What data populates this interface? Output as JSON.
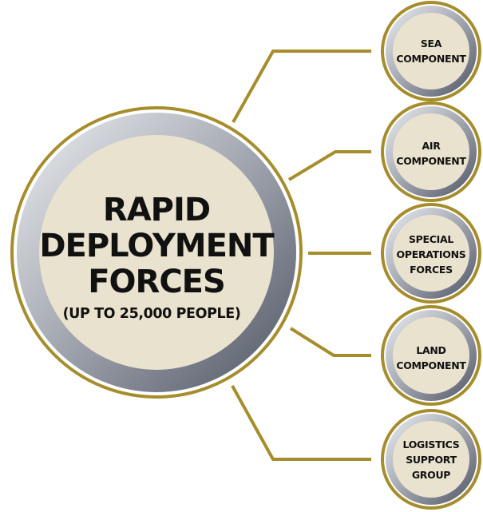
{
  "colors": {
    "gold": "#a68d2c",
    "cream": "#e9e2cf",
    "ring_dark": "#5e6472",
    "ring_light": "#c9ccd3",
    "text": "#111111"
  },
  "main": {
    "title_lines": [
      "RAPID",
      "DEPLOYMENT",
      "FORCES"
    ],
    "subtitle": "(UP TO 25,000 PEOPLE)"
  },
  "components": [
    {
      "lines": [
        "SEA",
        "COMPONENT"
      ]
    },
    {
      "lines": [
        "AIR",
        "COMPONENT"
      ]
    },
    {
      "lines": [
        "SPECIAL",
        "OPERATIONS",
        "FORCES"
      ]
    },
    {
      "lines": [
        "LAND",
        "COMPONENT"
      ]
    },
    {
      "lines": [
        "LOGISTICS",
        "SUPPORT",
        "GROUP"
      ]
    }
  ]
}
